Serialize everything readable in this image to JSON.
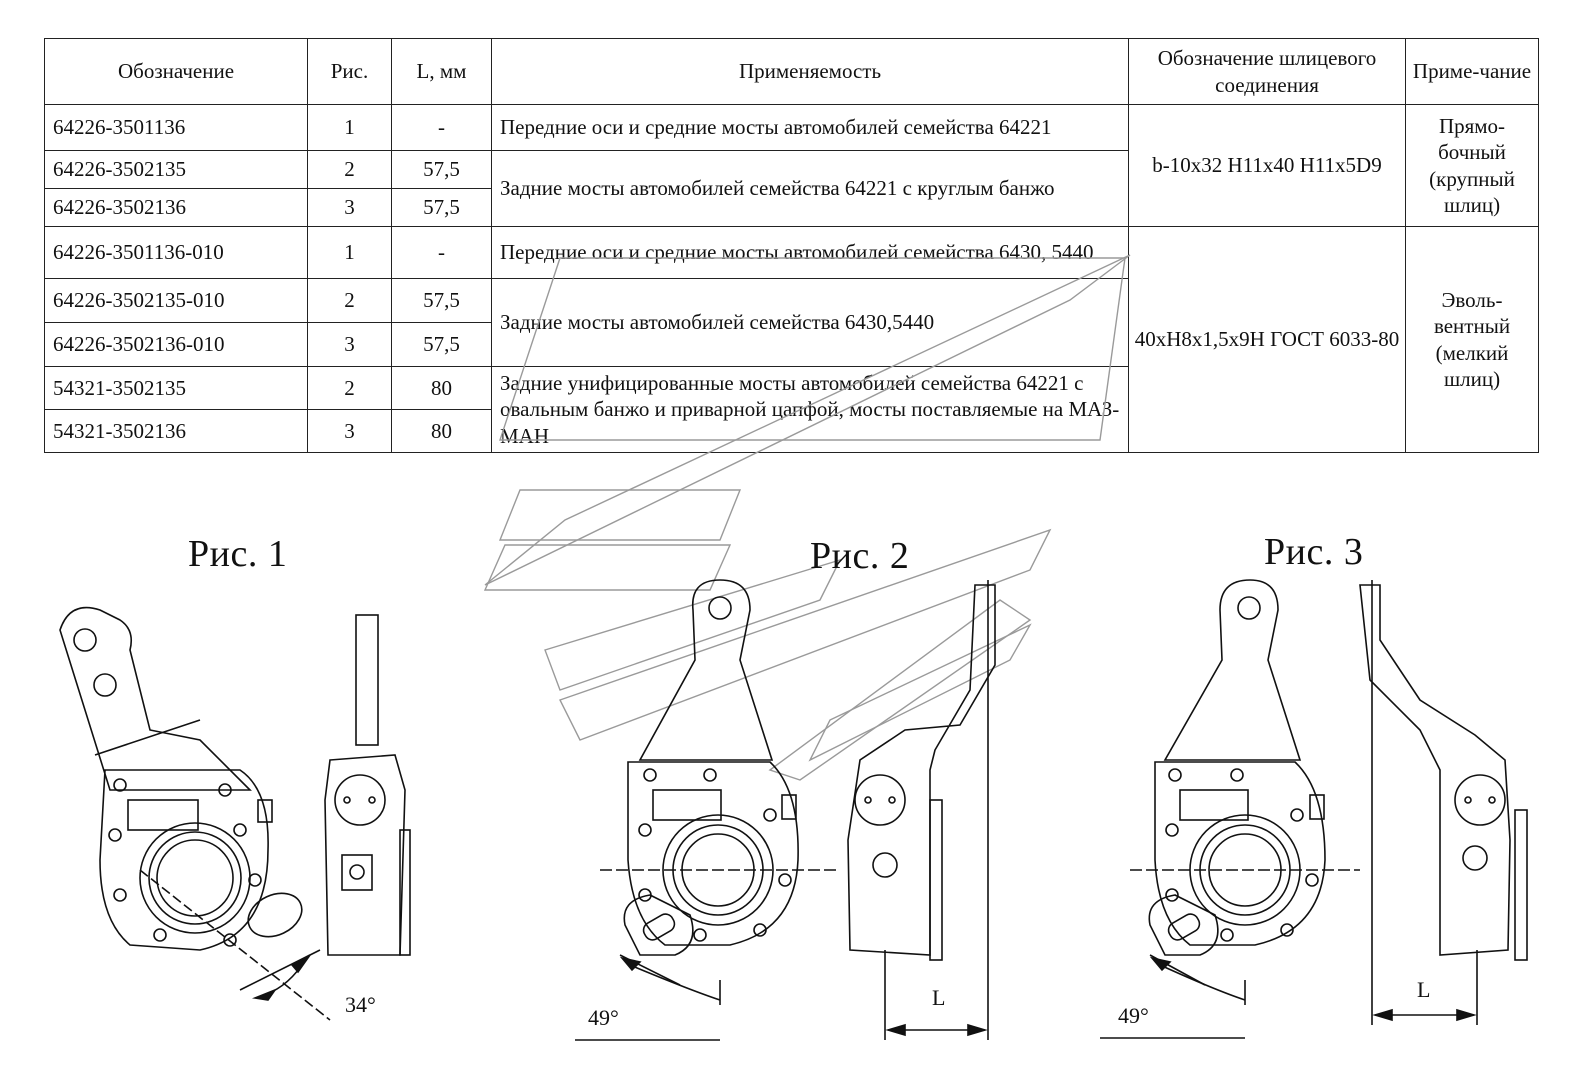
{
  "table": {
    "headers": {
      "designation": "Обозначение",
      "fig": "Рис.",
      "length": "L, мм",
      "applicability": "Применяемость",
      "spline": "Обозначение шлицевого соединения",
      "note": "Приме-чание"
    },
    "rows": [
      {
        "designation": "64226-3501136",
        "fig": "1",
        "length": "-"
      },
      {
        "designation": "64226-3502135",
        "fig": "2",
        "length": "57,5"
      },
      {
        "designation": "64226-3502136",
        "fig": "3",
        "length": "57,5"
      },
      {
        "designation": "64226-3501136-010",
        "fig": "1",
        "length": "-"
      },
      {
        "designation": "64226-3502135-010",
        "fig": "2",
        "length": "57,5"
      },
      {
        "designation": "64226-3502136-010",
        "fig": "3",
        "length": "57,5"
      },
      {
        "designation": "54321-3502135",
        "fig": "2",
        "length": "80"
      },
      {
        "designation": "54321-3502136",
        "fig": "3",
        "length": "80"
      }
    ],
    "applicability": [
      "Передние оси и средние мосты  автомобилей семейства 64221",
      "Задние мосты  автомобилей семейства 64221 с круглым банжо",
      "Передние оси и средние мосты  автомобилей семейства 6430, 5440",
      "Задние мосты  автомобилей  семейства 6430,5440",
      "Задние унифицированные мосты   автомобилей семейства 64221 с овальным банжо и приварной цапфой, мосты поставляемые на МАЗ-МАН"
    ],
    "spline": [
      "b-10x32 H11x40 H11x5D9",
      "40xH8x1,5x9H ГОСТ 6033-80"
    ],
    "notes": [
      "Прямо-бочный (крупный шлиц)",
      "Эволь-вентный (мелкий шлиц)"
    ]
  },
  "figures": [
    {
      "title": "Рис. 1",
      "angle": "34°"
    },
    {
      "title": "Рис. 2",
      "angle": "49°",
      "dim": "L"
    },
    {
      "title": "Рис. 3",
      "angle": "49°",
      "dim": "L"
    }
  ],
  "colors": {
    "line": "#111111",
    "watermark": "#9a9a9a"
  }
}
